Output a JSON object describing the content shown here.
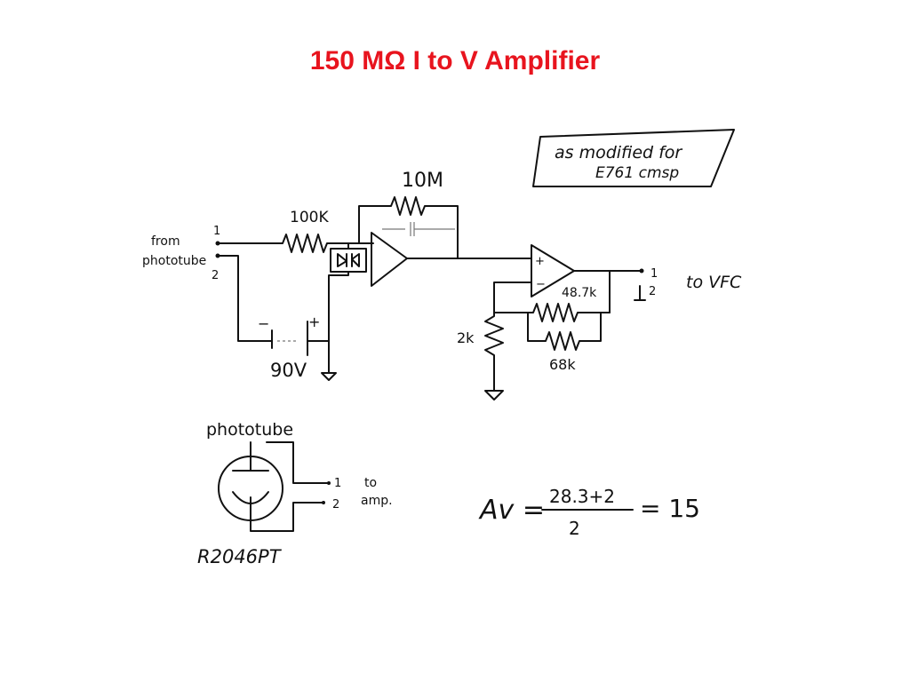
{
  "title": "150 MΩ I to V Amplifier",
  "title_color": "#e8141e",
  "note": {
    "line1": "as modified for",
    "line2": "E761 cmsp"
  },
  "input": {
    "label1": "from",
    "label2": "phototube",
    "pin1": "1",
    "pin2": "2"
  },
  "components": {
    "feedback_resistor": "10M",
    "input_resistor": "100K",
    "battery_minus": "−",
    "battery_plus": "+",
    "battery_voltage": "90V",
    "gain_resistor_ground": "2k",
    "gain_resistor_a": "48.7k",
    "gain_resistor_b": "68k",
    "opamp2_plus": "+",
    "opamp2_minus": "−"
  },
  "output": {
    "label": "to VFC",
    "pin1": "1",
    "pin2": "2"
  },
  "phototube": {
    "label": "phototube",
    "part_number": "R2046PT",
    "pin1": "1",
    "pin2": "2",
    "to1": "to",
    "to2": "amp."
  },
  "gain_equation": {
    "lhs": "Av =",
    "numerator": "28.3+2",
    "denominator": "2",
    "result": "= 15"
  }
}
